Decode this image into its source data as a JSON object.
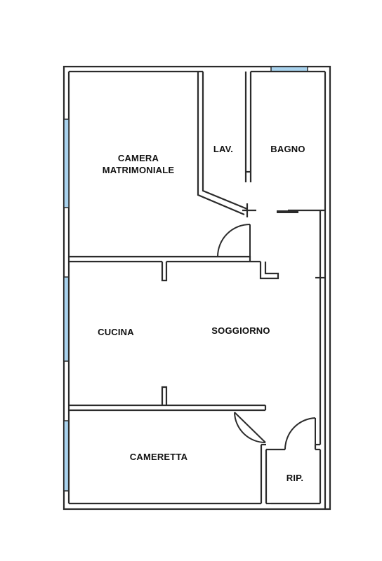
{
  "colors": {
    "wall": "#2b2b2b",
    "window": "#a9d3ee",
    "background": "#ffffff"
  },
  "rooms": {
    "camera_matrimoniale": {
      "line1": "CAMERA",
      "line2": "MATRIMONIALE"
    },
    "lavanderia": {
      "label": "LAV."
    },
    "bagno": {
      "label": "BAGNO"
    },
    "cucina": {
      "label": "CUCINA"
    },
    "soggiorno": {
      "label": "SOGGIORNO"
    },
    "cameretta": {
      "label": "CAMERETTA"
    },
    "ripostiglio": {
      "label": "RIP."
    }
  }
}
